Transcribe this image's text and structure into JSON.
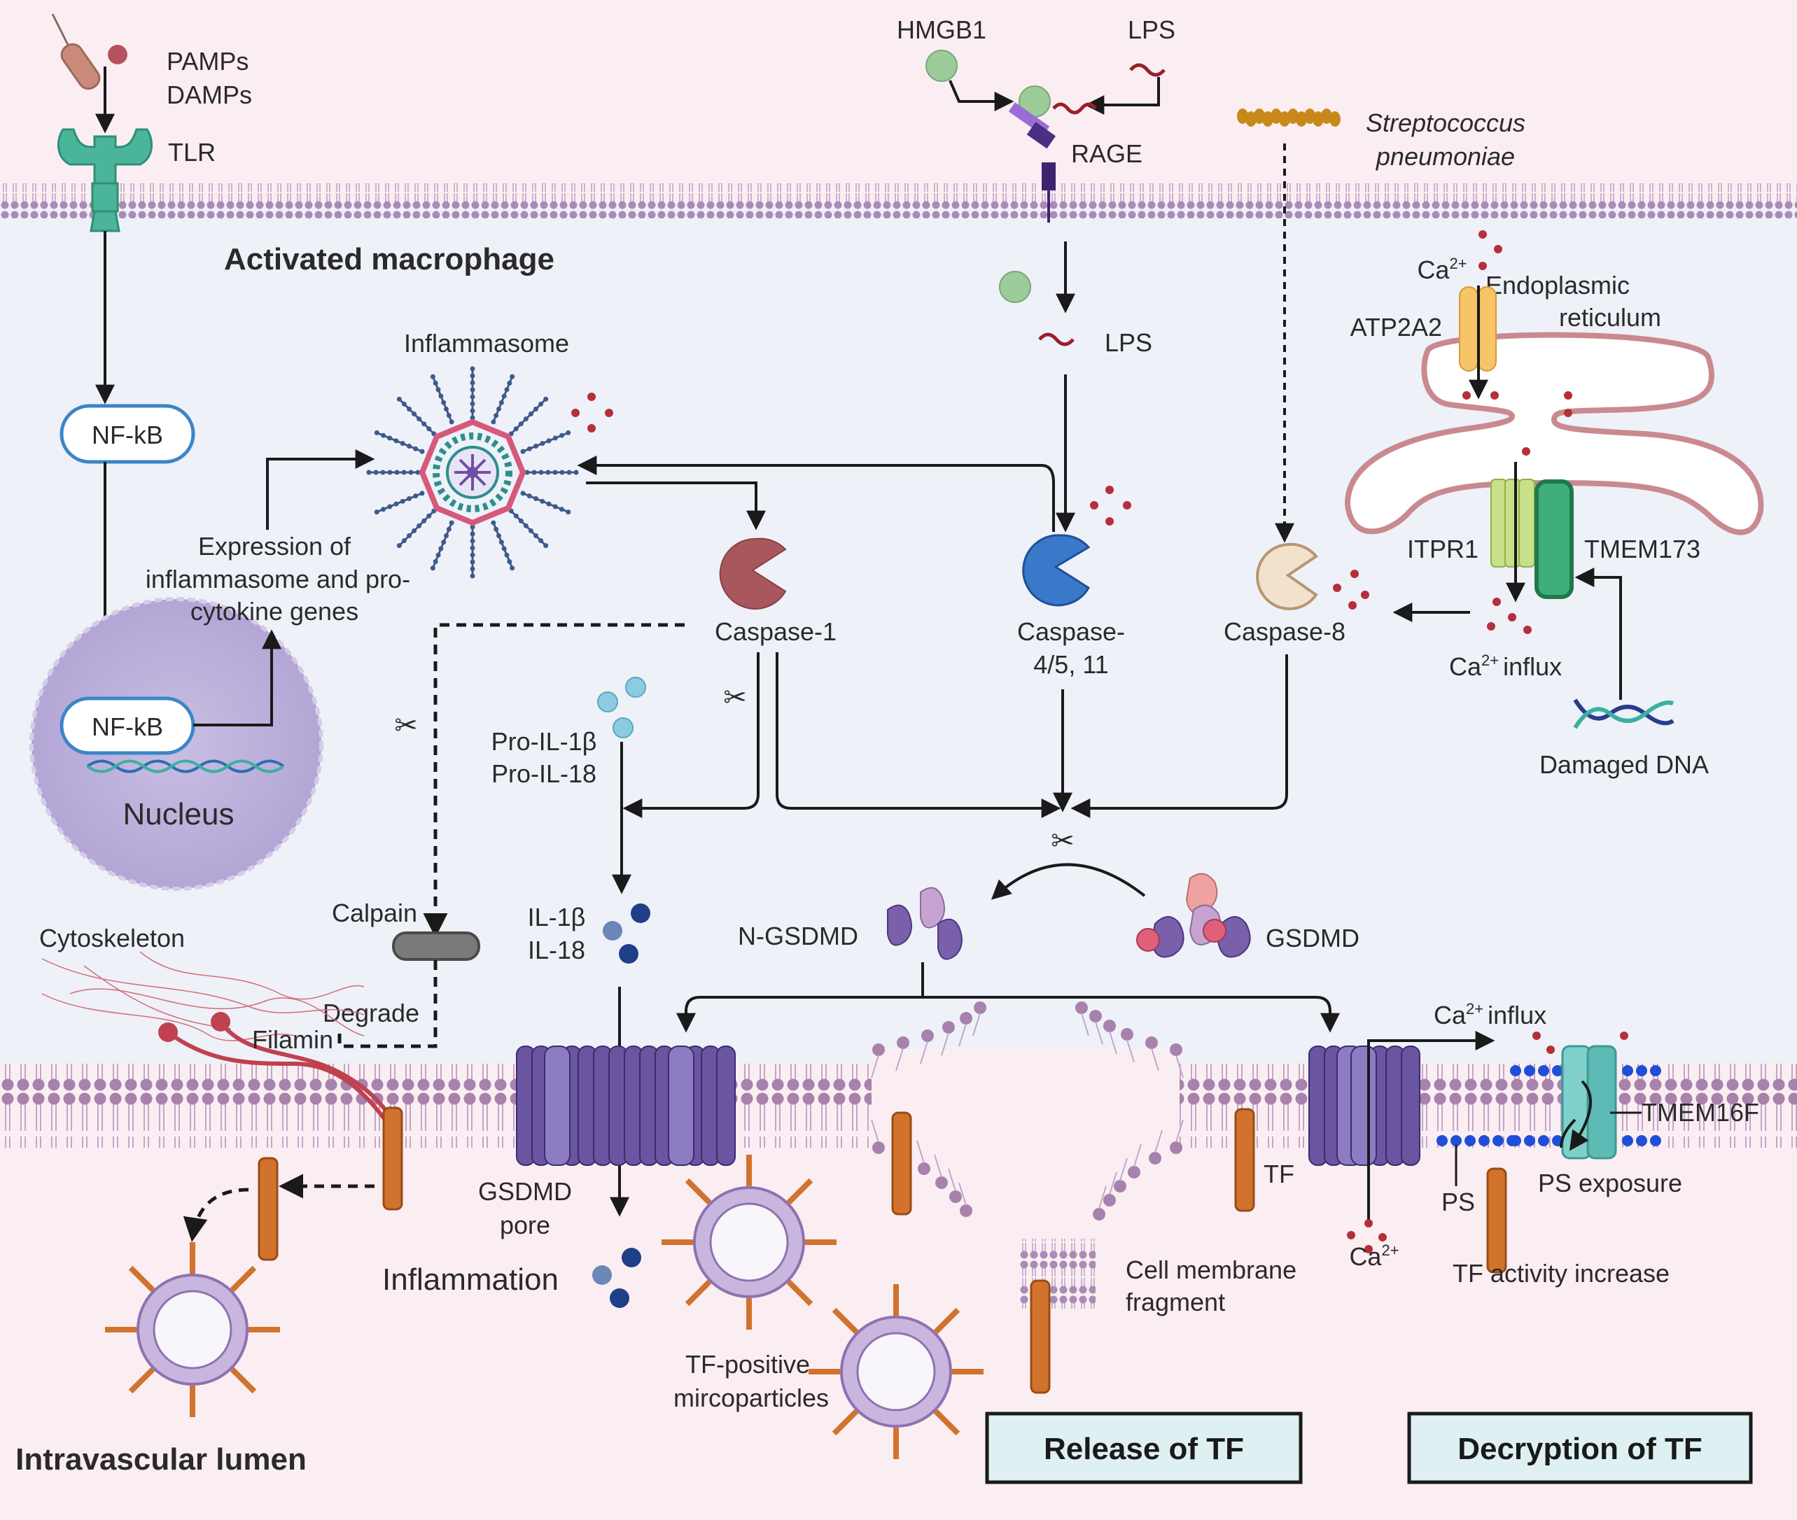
{
  "labels": {
    "pamps": "PAMPs",
    "damps": "DAMPs",
    "tlr": "TLR",
    "activated_macrophage": "Activated macrophage",
    "nfkb_cyto": "NF-kB",
    "nfkb_nuc": "NF-kB",
    "nucleus": "Nucleus",
    "expression_1": "Expression of",
    "expression_2": "inflammasome and pro-",
    "expression_3": "cytokine genes",
    "inflammasome": "Inflammasome",
    "hmgb1": "HMGB1",
    "lps_top": "LPS",
    "rage": "RAGE",
    "lps_mid": "LPS",
    "strep_1": "Streptococcus",
    "strep_2": "pneumoniae",
    "ca2": "Ca",
    "ca2_sup": "2+",
    "er_1": "Endoplasmic",
    "er_2": "reticulum",
    "atp2a2": "ATP2A2",
    "itpr1": "ITPR1",
    "tmem173": "TMEM173",
    "ca_influx_right": "influx",
    "damaged_dna": "Damaged DNA",
    "caspase1": "Caspase-1",
    "caspase4_1": "Caspase-",
    "caspase4_2": "4/5, 11",
    "caspase8": "Caspase-8",
    "pro_il1b": "Pro-IL-1β",
    "pro_il18": "Pro-IL-18",
    "il1b": "IL-1β",
    "il18": "IL-18",
    "calpain": "Calpain",
    "cytoskeleton": "Cytoskeleton",
    "degrade": "Degrade",
    "filamin": "Filamin",
    "ngsdmd": "N-GSDMD",
    "gsdmd": "GSDMD",
    "gsdmd_pore_1": "GSDMD",
    "gsdmd_pore_2": "pore",
    "inflammation": "Inflammation",
    "tf_pos_1": "TF-positive",
    "tf_pos_2": "mircoparticles",
    "cell_frag_1": "Cell membrane",
    "cell_frag_2": "fragment",
    "tf": "TF",
    "ca_influx_bottom": "influx",
    "tmem16f": "TMEM16F",
    "ps": "PS",
    "ps_exposure": "PS exposure",
    "tf_activity": "TF activity increase",
    "intravascular": "Intravascular lumen",
    "release_tf": "Release of TF",
    "decryption_tf": "Decryption of TF"
  }
}
